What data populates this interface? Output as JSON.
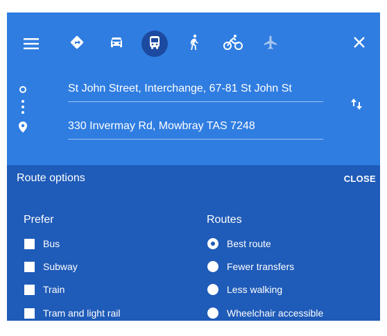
{
  "travel_modes": [
    {
      "name": "best",
      "icon": "route-diamond-icon",
      "selected": false
    },
    {
      "name": "driving",
      "icon": "car-icon",
      "selected": false
    },
    {
      "name": "transit",
      "icon": "bus-icon",
      "selected": true
    },
    {
      "name": "walking",
      "icon": "walk-icon",
      "selected": false
    },
    {
      "name": "cycling",
      "icon": "bike-icon",
      "selected": false
    },
    {
      "name": "flights",
      "icon": "airplane-icon",
      "selected": false
    }
  ],
  "directions": {
    "origin": "St John Street, Interchange, 67-81 St John St",
    "destination": "330 Invermay Rd, Mowbray TAS 7248"
  },
  "route_options": {
    "title": "Route options",
    "close_label": "CLOSE",
    "prefer": {
      "title": "Prefer",
      "options": [
        "Bus",
        "Subway",
        "Train",
        "Tram and light rail"
      ]
    },
    "routes": {
      "title": "Routes",
      "options": [
        "Best route",
        "Fewer transfers",
        "Less walking",
        "Wheelchair accessible"
      ],
      "selected": "Best route"
    }
  },
  "colors": {
    "top_panel": "#2f7de1",
    "bottom_panel": "#1f5bb8",
    "selected_mode_bg": "#1c4aa0"
  }
}
